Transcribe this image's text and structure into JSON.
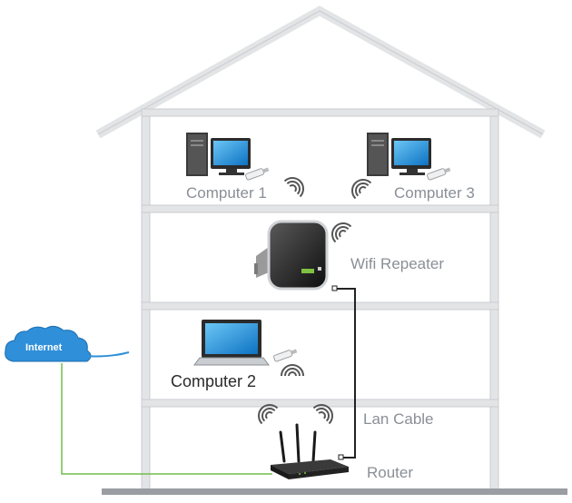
{
  "labels": {
    "computer1": "Computer 1",
    "computer3": "Computer 3",
    "wifi_repeater": "Wifi Repeater",
    "computer2": "Computer 2",
    "lan_cable": "Lan Cable",
    "router": "Router",
    "internet": "Internet"
  },
  "colors": {
    "wall": "#e2e4e6",
    "wall_edge": "#c9ccd0",
    "floor": "#9a9ea3",
    "cloud": "#2f8fd8",
    "internet_line": "#6fbf4a",
    "lan_cable": "#222222",
    "screen": "#1b8fd9",
    "device_dark": "#2b2b2b"
  },
  "icons": [
    "desktop-computer-icon",
    "laptop-icon",
    "usb-wifi-adapter-icon",
    "wifi-signal-icon",
    "wifi-repeater-icon",
    "router-icon",
    "cloud-icon"
  ]
}
